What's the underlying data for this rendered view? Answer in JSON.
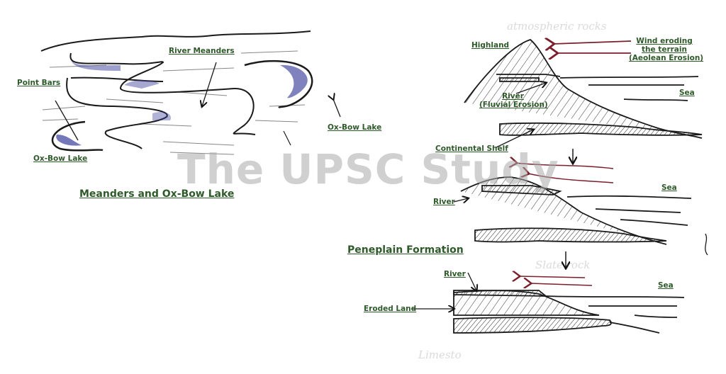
{
  "watermark": "The UPSC Study",
  "meanders": {
    "title": "Meanders and Ox-Bow Lake",
    "labels": {
      "river_meanders": "River Meanders",
      "point_bars": "Point Bars",
      "ox_bow_lake_left": "Ox-Bow Lake",
      "ox_bow_lake_right": "Ox-Bow Lake"
    }
  },
  "peneplain": {
    "title": "Peneplain Formation",
    "stage1": {
      "highland": "Highland",
      "wind_line1": "Wind  eroding",
      "wind_line2": "the terrain",
      "wind_line3": "(Aeolean Erosion)",
      "river_line1": "River",
      "river_line2": "(Fluvial Erosion)",
      "sea": "Sea",
      "continental_shelf": "Continental Shelf"
    },
    "stage2": {
      "river": "River",
      "sea": "Sea"
    },
    "stage3": {
      "river": "River",
      "sea": "Sea",
      "eroded_land": "Eroded Land"
    }
  },
  "background_handwriting": [
    "atmospheric rocks",
    "Slate rock",
    "Limesto"
  ],
  "colors": {
    "label_green": "#2e5a2a",
    "wind_arrow_red": "#7a1f2b",
    "ink": "#1a1a1a",
    "water_blue": "#3b3f9a",
    "watermark_gray": "#aaaaaa"
  }
}
